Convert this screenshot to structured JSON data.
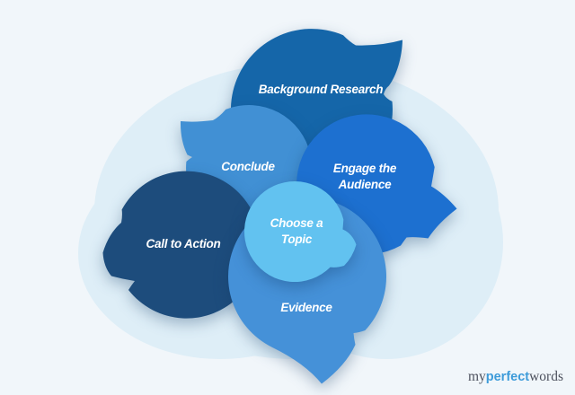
{
  "canvas": {
    "background": "#f1f6fa",
    "blob_color": "#deeef7"
  },
  "bubbles": [
    {
      "id": "background-research",
      "label": "Background Research",
      "color": "#1566a9"
    },
    {
      "id": "conclude",
      "label": "Conclude",
      "color": "#4190d4"
    },
    {
      "id": "engage-audience",
      "label": "Engage the Audience",
      "color": "#1d70d0"
    },
    {
      "id": "call-to-action",
      "label": "Call to Action",
      "color": "#1d4c7c"
    },
    {
      "id": "evidence",
      "label": "Evidence",
      "color": "#4591d8"
    },
    {
      "id": "choose-topic",
      "label": "Choose a Topic",
      "color": "#62c2f0"
    }
  ],
  "logo": {
    "my": "my",
    "perfect": "perfect",
    "words": "words",
    "gray": "#4d515e",
    "blue": "#3d9bd9"
  }
}
